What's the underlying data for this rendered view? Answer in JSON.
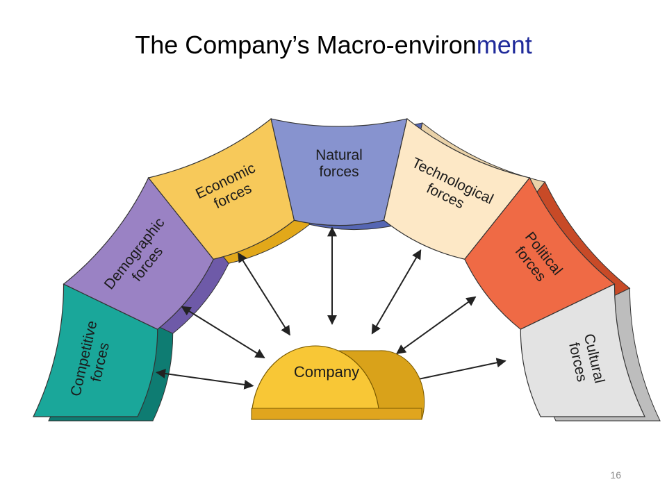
{
  "slide": {
    "title_main": "The Company’s Macro-environ",
    "title_highlight": "ment",
    "page_number": "16"
  },
  "diagram": {
    "center_label": "Company",
    "forces": [
      {
        "id": "competitive",
        "lines": [
          "Competitive",
          "forces"
        ],
        "color": "#1aa79a",
        "side": "#0e7c72"
      },
      {
        "id": "demographic",
        "lines": [
          "Demographic",
          "forces"
        ],
        "color": "#9a82c4",
        "side": "#6e5aa8"
      },
      {
        "id": "economic",
        "lines": [
          "Economic",
          "forces"
        ],
        "color": "#f7c95a",
        "side": "#e2a81a"
      },
      {
        "id": "natural",
        "lines": [
          "Natural",
          "forces"
        ],
        "color": "#8793cf",
        "side": "#5566b3"
      },
      {
        "id": "technological",
        "lines": [
          "Technological",
          "forces"
        ],
        "color": "#fde8c6",
        "side": "#ead2a8"
      },
      {
        "id": "political",
        "lines": [
          "Political",
          "forces"
        ],
        "color": "#ef6a45",
        "side": "#c84a27"
      },
      {
        "id": "cultural",
        "lines": [
          "Cultural",
          "forces"
        ],
        "color": "#e3e3e3",
        "side": "#bdbdbd"
      }
    ]
  }
}
